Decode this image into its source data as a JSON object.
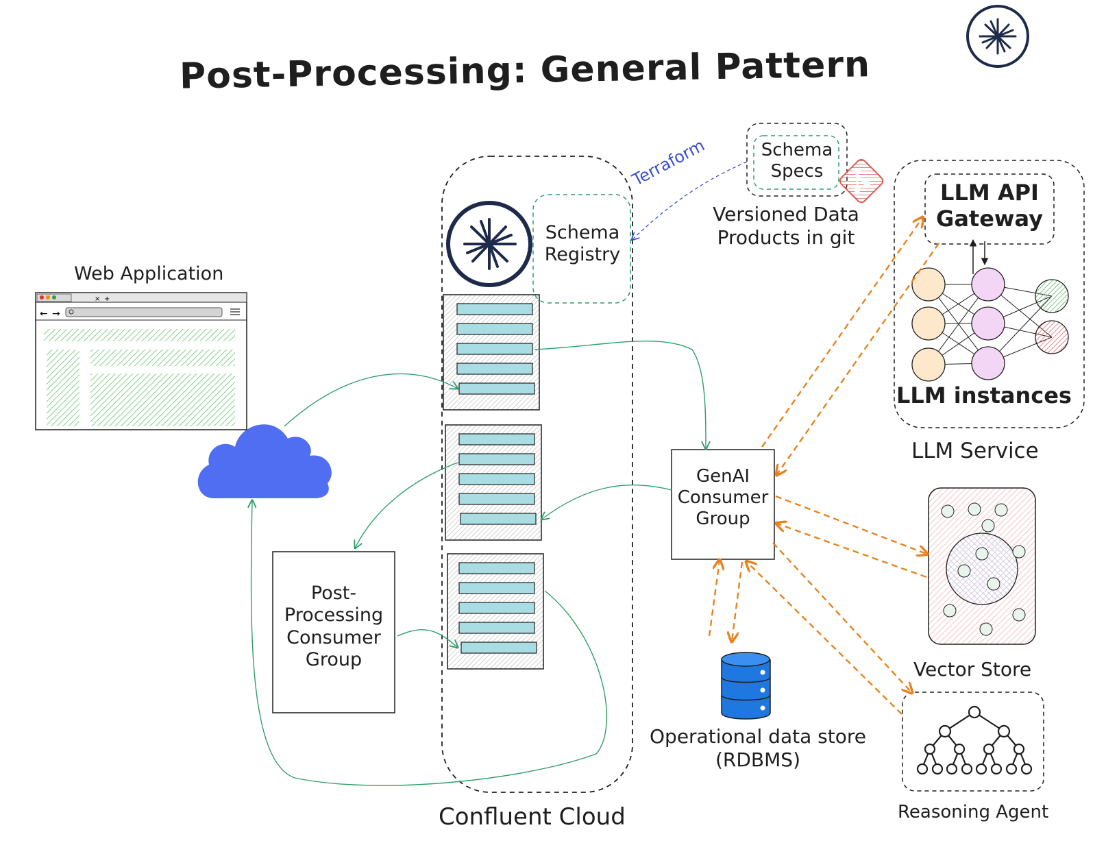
{
  "title": "Post-Processing: General Pattern",
  "nodes": {
    "web_app": {
      "label": "Web Application"
    },
    "schema_registry": {
      "label": "Schema Registry"
    },
    "schema_specs": {
      "label": "Schema Specs"
    },
    "versioned": {
      "label": "Versioned Data Products in git"
    },
    "terraform": {
      "label": "Terraform"
    },
    "llm_gateway": {
      "label": "LLM API Gateway"
    },
    "llm_instances": {
      "label": "LLM instances"
    },
    "llm_service": {
      "label": "LLM Service"
    },
    "genai_consumer": {
      "label": "GenAI Consumer Group"
    },
    "post_processing": {
      "label": "Post-Processing Consumer Group"
    },
    "vector_store": {
      "label": "Vector Store"
    },
    "ods": {
      "label": "Operational data store (RDBMS)"
    },
    "reasoning_agent": {
      "label": "Reasoning Agent"
    },
    "confluent_cloud": {
      "label": "Confluent Cloud"
    }
  },
  "colors": {
    "green_arrow": "#2f9e6a",
    "orange_arrow": "#e8821e",
    "terraform_blue": "#3b4fd8",
    "cloud_blue": "#4f6ef2",
    "db_blue": "#1f78e0",
    "navy": "#1e2a4a",
    "topic_fill": "#a9dde3"
  },
  "icons": [
    "confluent-logo-icon",
    "git-icon",
    "cloud-icon",
    "database-icon",
    "tree-icon",
    "neural-network-icon",
    "browser-window-icon"
  ]
}
